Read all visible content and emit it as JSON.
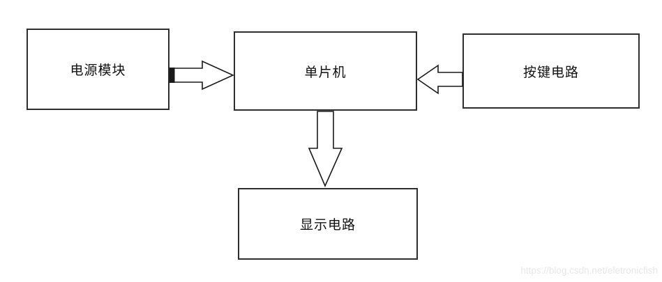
{
  "diagram": {
    "type": "block-diagram",
    "nodes": {
      "power": {
        "label": "电源模块"
      },
      "mcu": {
        "label": "单片机"
      },
      "keys": {
        "label": "按键电路"
      },
      "display": {
        "label": "显示电路"
      }
    },
    "connections": [
      {
        "from": "电源模块",
        "to": "单片机",
        "direction": "right"
      },
      {
        "from": "按键电路",
        "to": "单片机",
        "direction": "left"
      },
      {
        "from": "单片机",
        "to": "显示电路",
        "direction": "down"
      }
    ]
  },
  "watermark": {
    "text": "https://blog.csdn.net/eletronicfish"
  },
  "colors": {
    "background": "#ffffff",
    "box_border": "#2e2e2e",
    "arrow_outline": "#1a1a1a",
    "text": "#111111",
    "watermark": "#e7e7e7"
  }
}
